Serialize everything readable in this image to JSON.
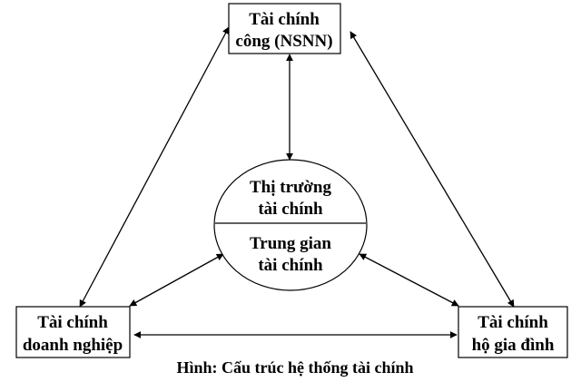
{
  "diagram": {
    "nodes": {
      "public_finance": {
        "line1": "Tài chính",
        "line2": "công (NSNN)"
      },
      "market": {
        "line1": "Thị trường",
        "line2": "tài chính"
      },
      "intermediary": {
        "line1": "Trung gian",
        "line2": "tài chính"
      },
      "enterprise_finance": {
        "line1": "Tài chính",
        "line2": "doanh nghiệp"
      },
      "household_finance": {
        "line1": "Tài chính",
        "line2": "hộ gia đình"
      }
    },
    "caption": "Hình: Cấu trúc hệ thống tài chính"
  },
  "colors": {
    "stroke": "#000000",
    "background": "#ffffff"
  }
}
